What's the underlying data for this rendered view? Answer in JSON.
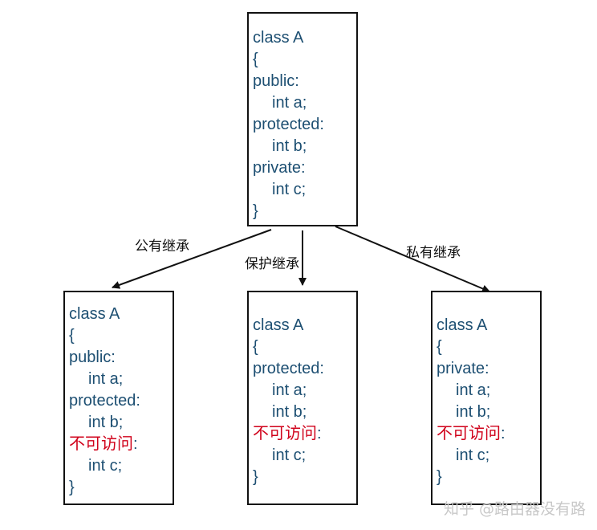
{
  "nodes": {
    "base": {
      "lines": [
        "class A",
        "{",
        "public:",
        "int a;",
        "protected:",
        "int b;",
        "private:",
        "int c;",
        "}"
      ],
      "indented": [
        false,
        false,
        false,
        true,
        false,
        true,
        false,
        true,
        false
      ]
    },
    "public_child": {
      "lines": [
        "class A",
        "{",
        "public:",
        "int a;",
        "protected:",
        "int b;",
        "不可访问",
        "int c;",
        "}"
      ],
      "indented": [
        false,
        false,
        false,
        true,
        false,
        true,
        false,
        true,
        false
      ],
      "inaccessible_index": 6
    },
    "protected_child": {
      "lines": [
        "class A",
        "{",
        "protected:",
        "int a;",
        "int b;",
        "不可访问",
        "int c;",
        "}"
      ],
      "indented": [
        false,
        false,
        false,
        true,
        true,
        false,
        true,
        false
      ],
      "inaccessible_index": 5
    },
    "private_child": {
      "lines": [
        "class A",
        "{",
        "private:",
        "int a;",
        "int b;",
        "不可访问",
        "int c;",
        "}"
      ],
      "indented": [
        false,
        false,
        false,
        true,
        true,
        false,
        true,
        false
      ],
      "inaccessible_index": 5
    }
  },
  "edges": {
    "public_label": "公有继承",
    "protected_label": "保护继承",
    "private_label": "私有继承"
  },
  "colon": ":",
  "watermark": "知乎 @路由器没有路",
  "colors": {
    "code_text": "#1d4f72",
    "inaccessible_text": "#d0021b",
    "border": "#111111",
    "arrow": "#111111",
    "watermark": "#c8c8c8"
  }
}
